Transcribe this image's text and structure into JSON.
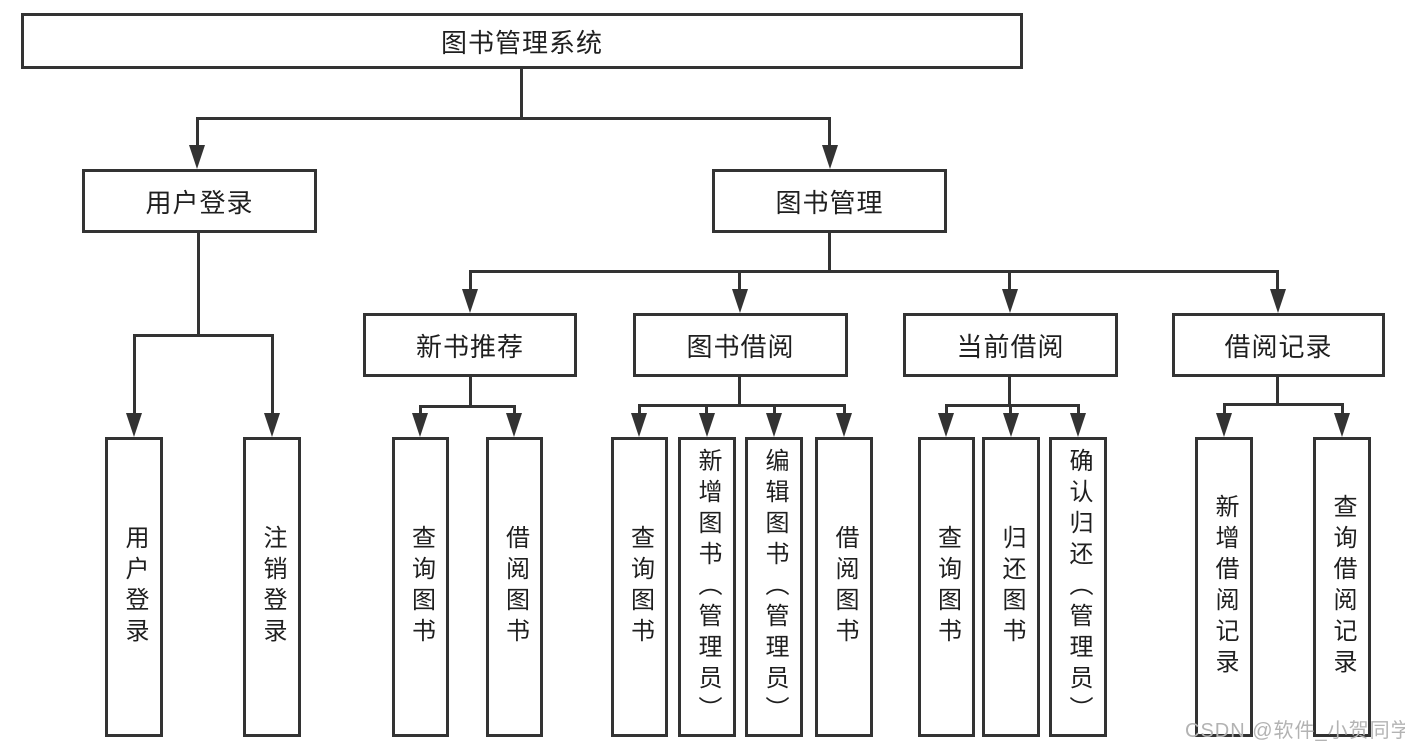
{
  "diagram": {
    "title": "图书管理系统",
    "level2": [
      {
        "label": "用户登录"
      },
      {
        "label": "图书管理"
      }
    ],
    "level3": [
      {
        "label": "新书推荐"
      },
      {
        "label": "图书借阅"
      },
      {
        "label": "当前借阅"
      },
      {
        "label": "借阅记录"
      }
    ],
    "leaves": {
      "login": [
        {
          "label": "用户登录"
        },
        {
          "label": "注销登录"
        }
      ],
      "recommend": [
        {
          "label": "查询图书"
        },
        {
          "label": "借阅图书"
        }
      ],
      "borrow": [
        {
          "label": "查询图书"
        },
        {
          "label": "新增图书（管理员）"
        },
        {
          "label": "编辑图书（管理员）"
        },
        {
          "label": "借阅图书"
        }
      ],
      "current": [
        {
          "label": "查询图书"
        },
        {
          "label": "归还图书"
        },
        {
          "label": "确认归还（管理员）"
        }
      ],
      "records": [
        {
          "label": "新增借阅记录"
        },
        {
          "label": "查询借阅记录"
        }
      ]
    },
    "watermark": "CSDN @软件_小贺同学",
    "colors": {
      "line": "#333333",
      "text": "#1f1f1f",
      "watermark": "#b3b3b3",
      "box_background": "#ffffff"
    }
  }
}
